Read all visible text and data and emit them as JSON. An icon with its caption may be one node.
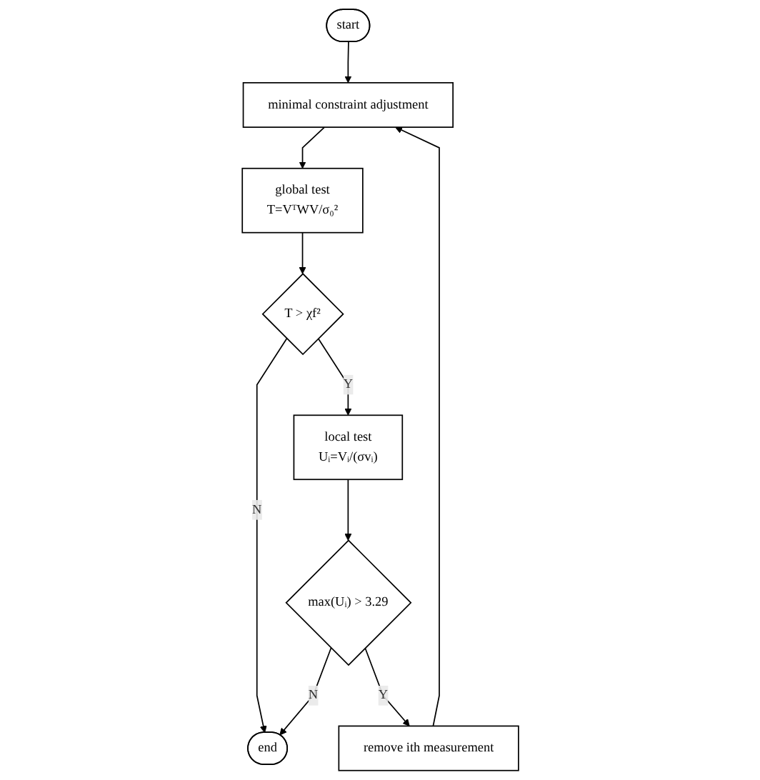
{
  "diagram": {
    "nodes": [
      {
        "text": [
          "start"
        ]
      },
      {
        "text": [
          "minimal constraint adjustment"
        ]
      },
      {
        "text": [
          "global test",
          "T=VᵀWV/σ₀²"
        ]
      },
      {
        "text": [
          "T > χf²"
        ]
      },
      {
        "text": [
          "local test",
          "Uᵢ=Vᵢ/(σvᵢ)"
        ]
      },
      {
        "text": [
          "end"
        ]
      },
      {
        "text": [
          "max(Uᵢ) > 3.29"
        ]
      },
      {
        "text": [
          "remove ith measurement"
        ]
      }
    ],
    "edges": [
      {
        "from": 0,
        "to": 1,
        "arrow": "to"
      },
      {
        "from": 1,
        "to": 2,
        "arrow": "to"
      },
      {
        "from": 2,
        "to": 3,
        "arrow": "to"
      },
      {
        "from": 3,
        "to": 4,
        "arrow": "to",
        "label": "Y"
      },
      {
        "from": 3,
        "to": 5,
        "arrow": "to",
        "label": "N"
      },
      {
        "from": 4,
        "to": 6,
        "arrow": "to"
      },
      {
        "from": 6,
        "to": 5,
        "arrow": "to",
        "label": "N"
      },
      {
        "from": 6,
        "to": 7,
        "arrow": "to",
        "label": "Y"
      },
      {
        "from": 7,
        "to": 1,
        "arrow": "to"
      }
    ]
  }
}
